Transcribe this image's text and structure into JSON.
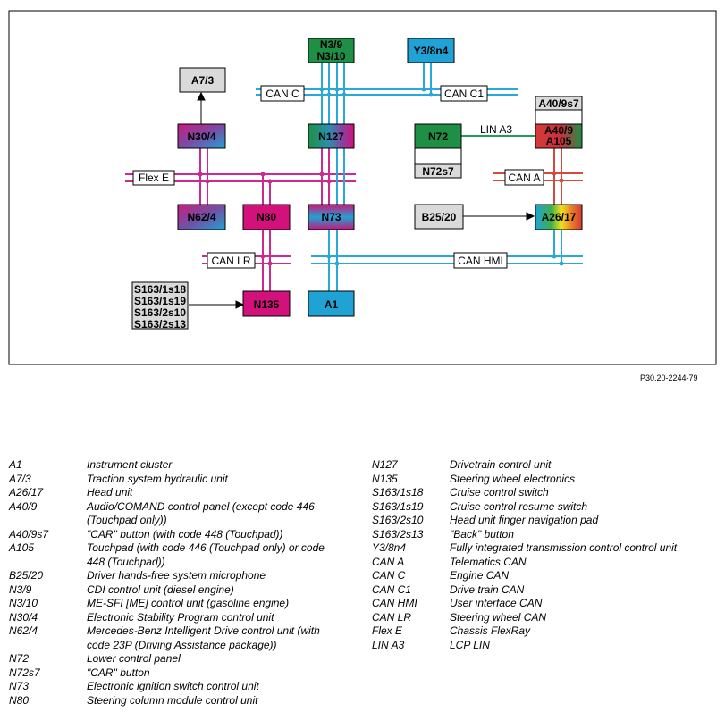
{
  "figure_id": "P30.20-2244-79",
  "nodes": {
    "n39": "N3/9\nN3/10",
    "y38n4": "Y3/8n4",
    "a73": "A7/3",
    "n304": "N30/4",
    "n127": "N127",
    "n72": "N72",
    "n72s7": "N72s7",
    "a409s7": "A40/9s7",
    "a409": "A40/9\nA105",
    "n624": "N62/4",
    "n80": "N80",
    "n73": "N73",
    "b2520": "B25/20",
    "a2617": "A26/17",
    "s163": "S163/1s18\nS163/1s19\nS163/2s10\nS163/2s13",
    "n135": "N135",
    "a1": "A1"
  },
  "buses": {
    "can_c": "CAN C",
    "can_c1": "CAN C1",
    "flex_e": "Flex E",
    "lin_a3": "LIN A3",
    "can_a": "CAN A",
    "can_lr": "CAN LR",
    "can_hmi": "CAN HMI"
  },
  "legend_left": [
    {
      "code": "A1",
      "desc": "Instrument cluster"
    },
    {
      "code": "A7/3",
      "desc": "Traction system hydraulic unit"
    },
    {
      "code": "A26/17",
      "desc": "Head unit"
    },
    {
      "code": "A40/9",
      "desc": "Audio/COMAND control panel (except code 446 (Touchpad only))"
    },
    {
      "code": "A40/9s7",
      "desc": "\"CAR\" button (with code 448 (Touchpad))"
    },
    {
      "code": "A105",
      "desc": "Touchpad (with code 446 (Touchpad only) or code 448 (Touchpad))"
    },
    {
      "code": "B25/20",
      "desc": "Driver hands-free system microphone"
    },
    {
      "code": "N3/9",
      "desc": "CDI control unit (diesel engine)"
    },
    {
      "code": "N3/10",
      "desc": "ME-SFI [ME] control unit (gasoline engine)"
    },
    {
      "code": "N30/4",
      "desc": "Electronic Stability Program control unit"
    },
    {
      "code": "N62/4",
      "desc": "Mercedes-Benz Intelligent Drive control unit (with code 23P (Driving Assistance package))"
    },
    {
      "code": "N72",
      "desc": "Lower control panel"
    },
    {
      "code": "N72s7",
      "desc": "\"CAR\" button"
    },
    {
      "code": "N73",
      "desc": "Electronic ignition switch control unit"
    },
    {
      "code": "N80",
      "desc": "Steering column module control unit"
    }
  ],
  "legend_right": [
    {
      "code": "N127",
      "desc": "Drivetrain control unit"
    },
    {
      "code": "N135",
      "desc": "Steering wheel electronics"
    },
    {
      "code": "S163/1s18",
      "desc": "Cruise control switch"
    },
    {
      "code": "S163/1s19",
      "desc": "Cruise control resume switch"
    },
    {
      "code": "S163/2s10",
      "desc": "Head unit finger navigation pad"
    },
    {
      "code": "S163/2s13",
      "desc": "\"Back\" button"
    },
    {
      "code": "Y3/8n4",
      "desc": "Fully integrated transmission control control unit"
    },
    {
      "code": "CAN A",
      "desc": "Telematics CAN"
    },
    {
      "code": "CAN C",
      "desc": "Engine CAN"
    },
    {
      "code": "CAN C1",
      "desc": "Drive train CAN"
    },
    {
      "code": "CAN HMI",
      "desc": "User interface CAN"
    },
    {
      "code": "CAN LR",
      "desc": "Steering wheel CAN"
    },
    {
      "code": "Flex E",
      "desc": "Chassis FlexRay"
    },
    {
      "code": "LIN A3",
      "desc": "LCP LIN"
    }
  ],
  "colors": {
    "can_c": "#29a9d6",
    "flex_e": "#cc2a8f",
    "can_a": "#d24b3c",
    "lin": "#20a050",
    "green": "#1f8f45",
    "cyan": "#20a3d4",
    "magenta": "#d2127a",
    "gray": "#dadada"
  }
}
